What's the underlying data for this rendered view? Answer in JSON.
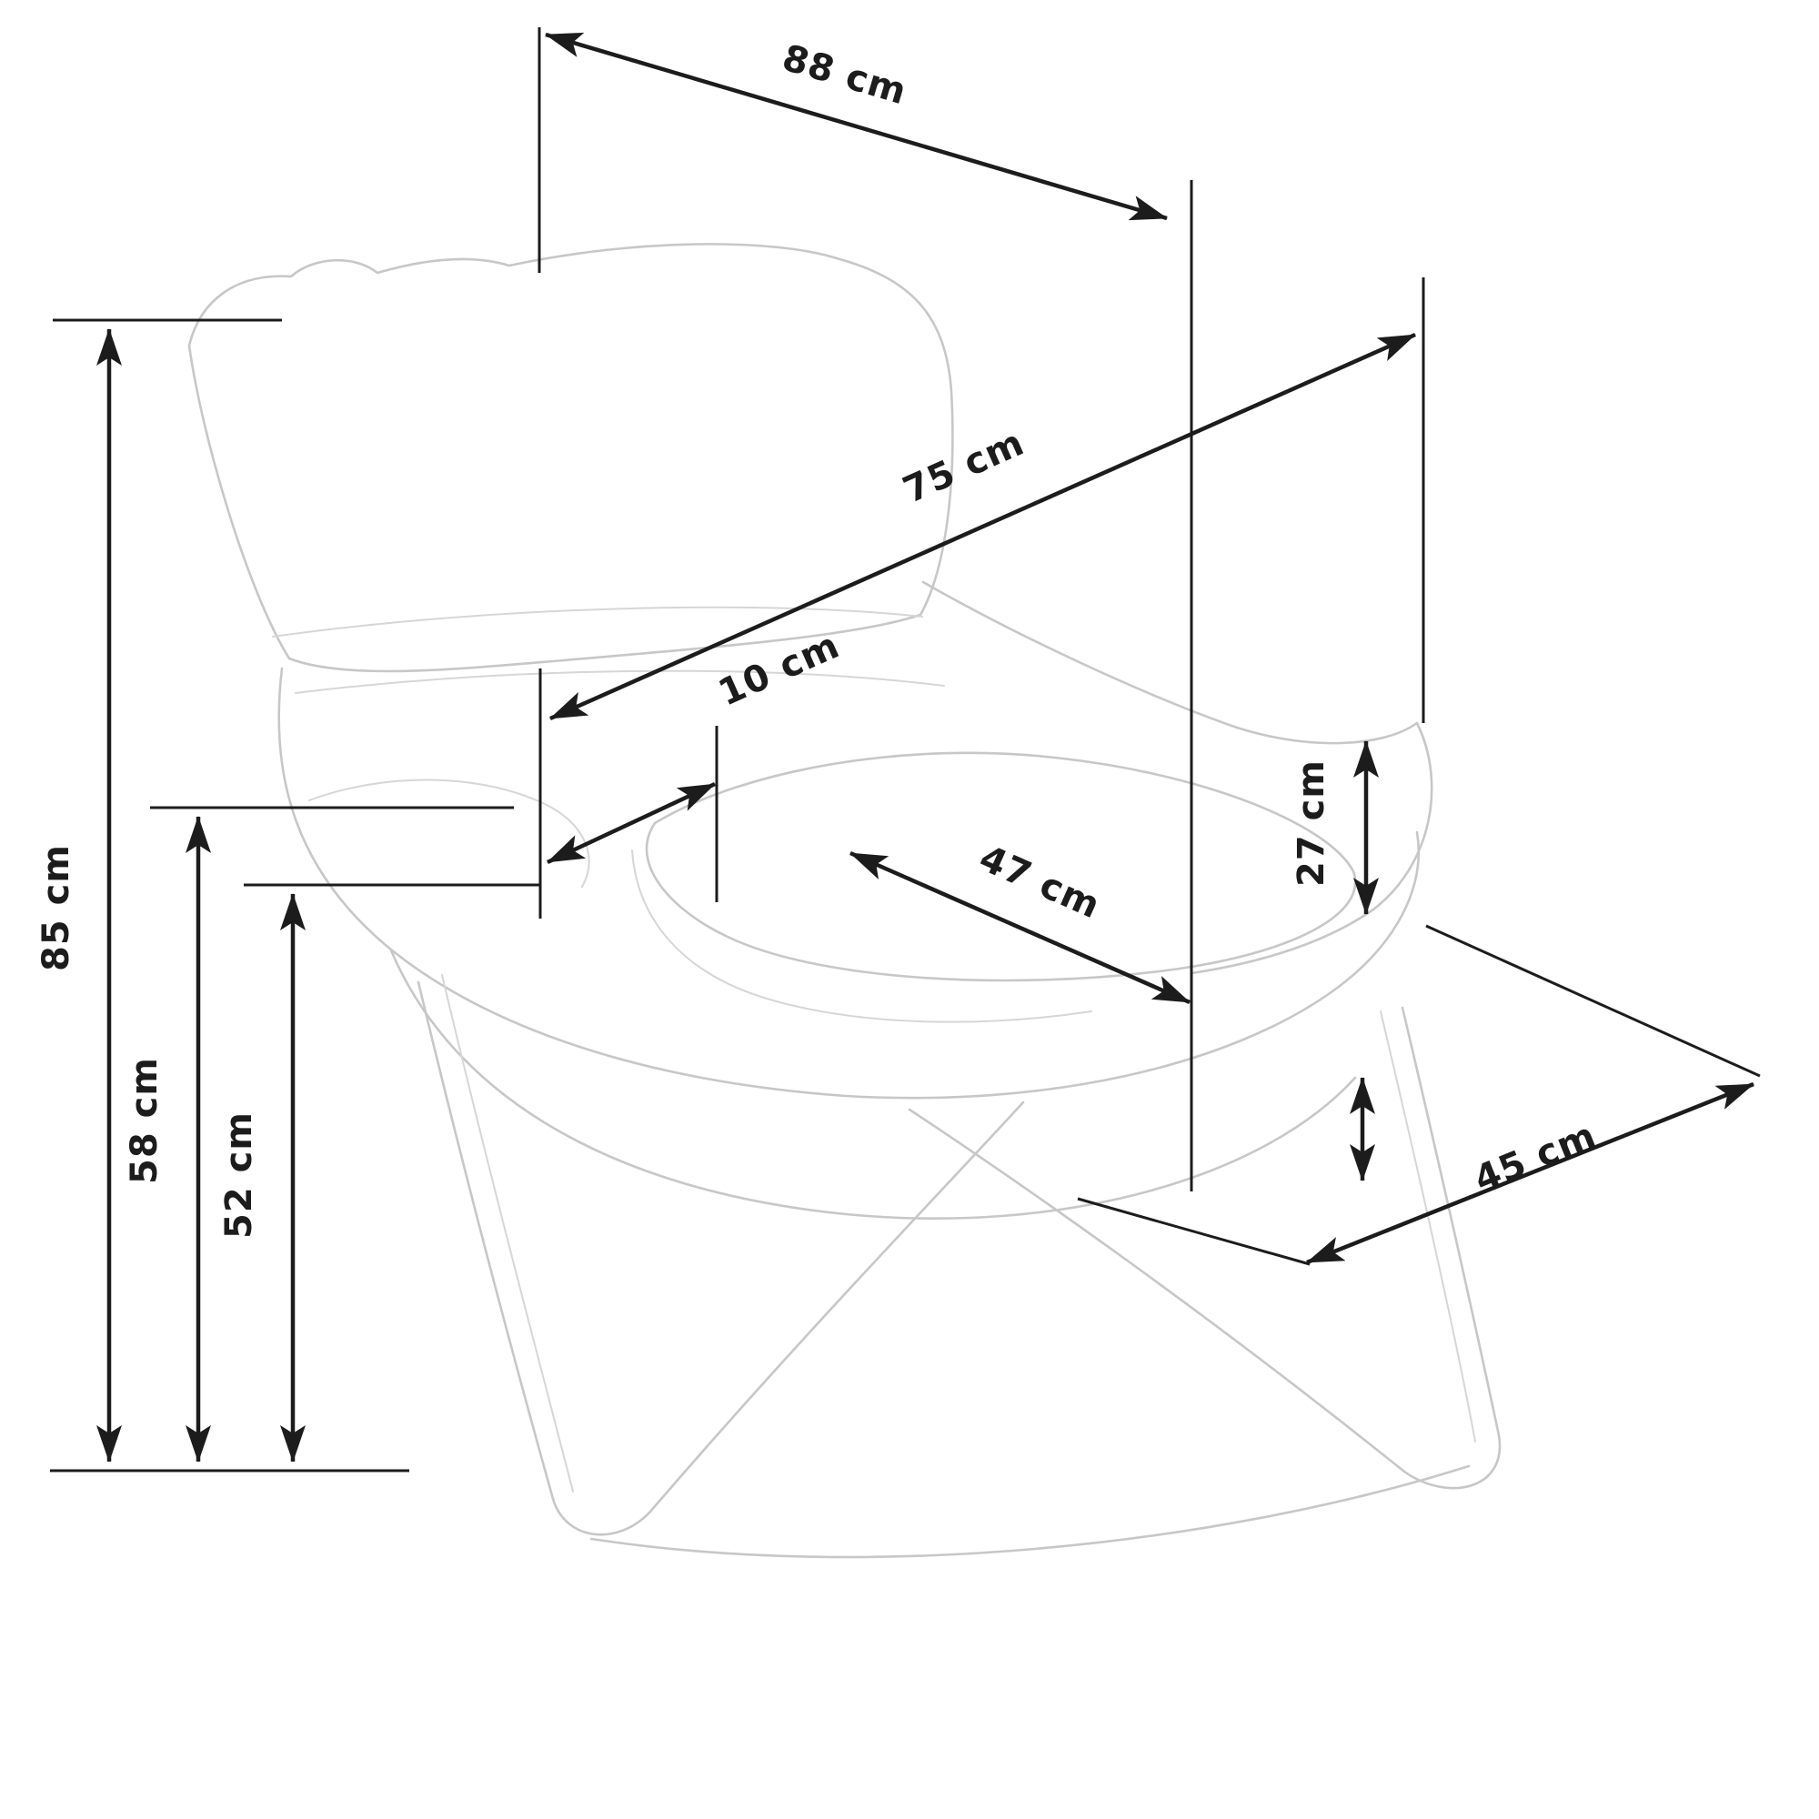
{
  "colors": {
    "background": "#ffffff",
    "dimension_line": "#1c1c1c",
    "sketch_line": "#c7c7c7"
  },
  "unit": "cm",
  "dimensions": {
    "d88": "88 cm",
    "d75": "75 cm",
    "d10": "10 cm",
    "d47": "47 cm",
    "d27": "27 cm",
    "d45": "45 cm",
    "d85": "85 cm",
    "d58": "58 cm",
    "d52": "52 cm"
  }
}
